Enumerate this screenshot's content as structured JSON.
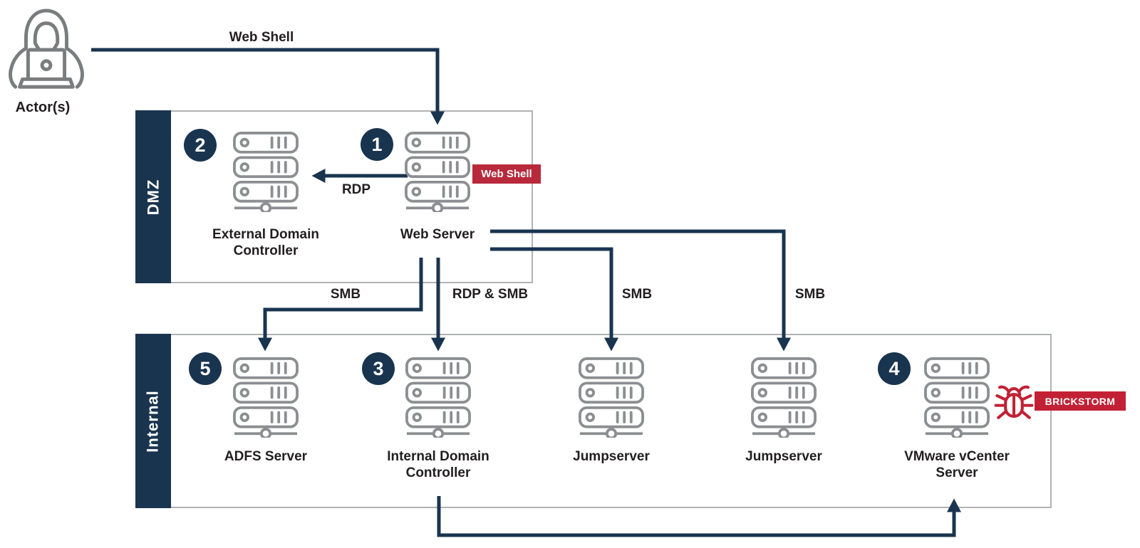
{
  "colors": {
    "navy": "#19344f",
    "red_webshell_badge": "#b7293b",
    "red_brickstorm": "#c22135",
    "icon_gray": "#8c8e91",
    "border_gray": "#b0b2b5",
    "text": "#221e1f"
  },
  "actor": {
    "label": "Actor(s)"
  },
  "zones": {
    "dmz": {
      "label": "DMZ"
    },
    "internal": {
      "label": "Internal"
    }
  },
  "nodes": {
    "external_dc": {
      "step": "2",
      "label": "External Domain Controller"
    },
    "web_server": {
      "step": "1",
      "label": "Web Server"
    },
    "adfs": {
      "step": "5",
      "label": "ADFS Server"
    },
    "internal_dc": {
      "step": "3",
      "label": "Internal Domain Controller"
    },
    "jumpserver_1": {
      "label": "Jumpserver"
    },
    "jumpserver_2": {
      "label": "Jumpserver"
    },
    "vcenter": {
      "step": "4",
      "label": "VMware vCenter Server"
    }
  },
  "edges": {
    "web_shell": "Web Shell",
    "rdp": "RDP",
    "smb_adfs": "SMB",
    "rdp_smb": "RDP & SMB",
    "smb_jump1": "SMB",
    "smb_jump2": "SMB"
  },
  "overlays": {
    "web_shell_badge": "Web Shell",
    "brickstorm_badge": "BRICKSTORM"
  }
}
